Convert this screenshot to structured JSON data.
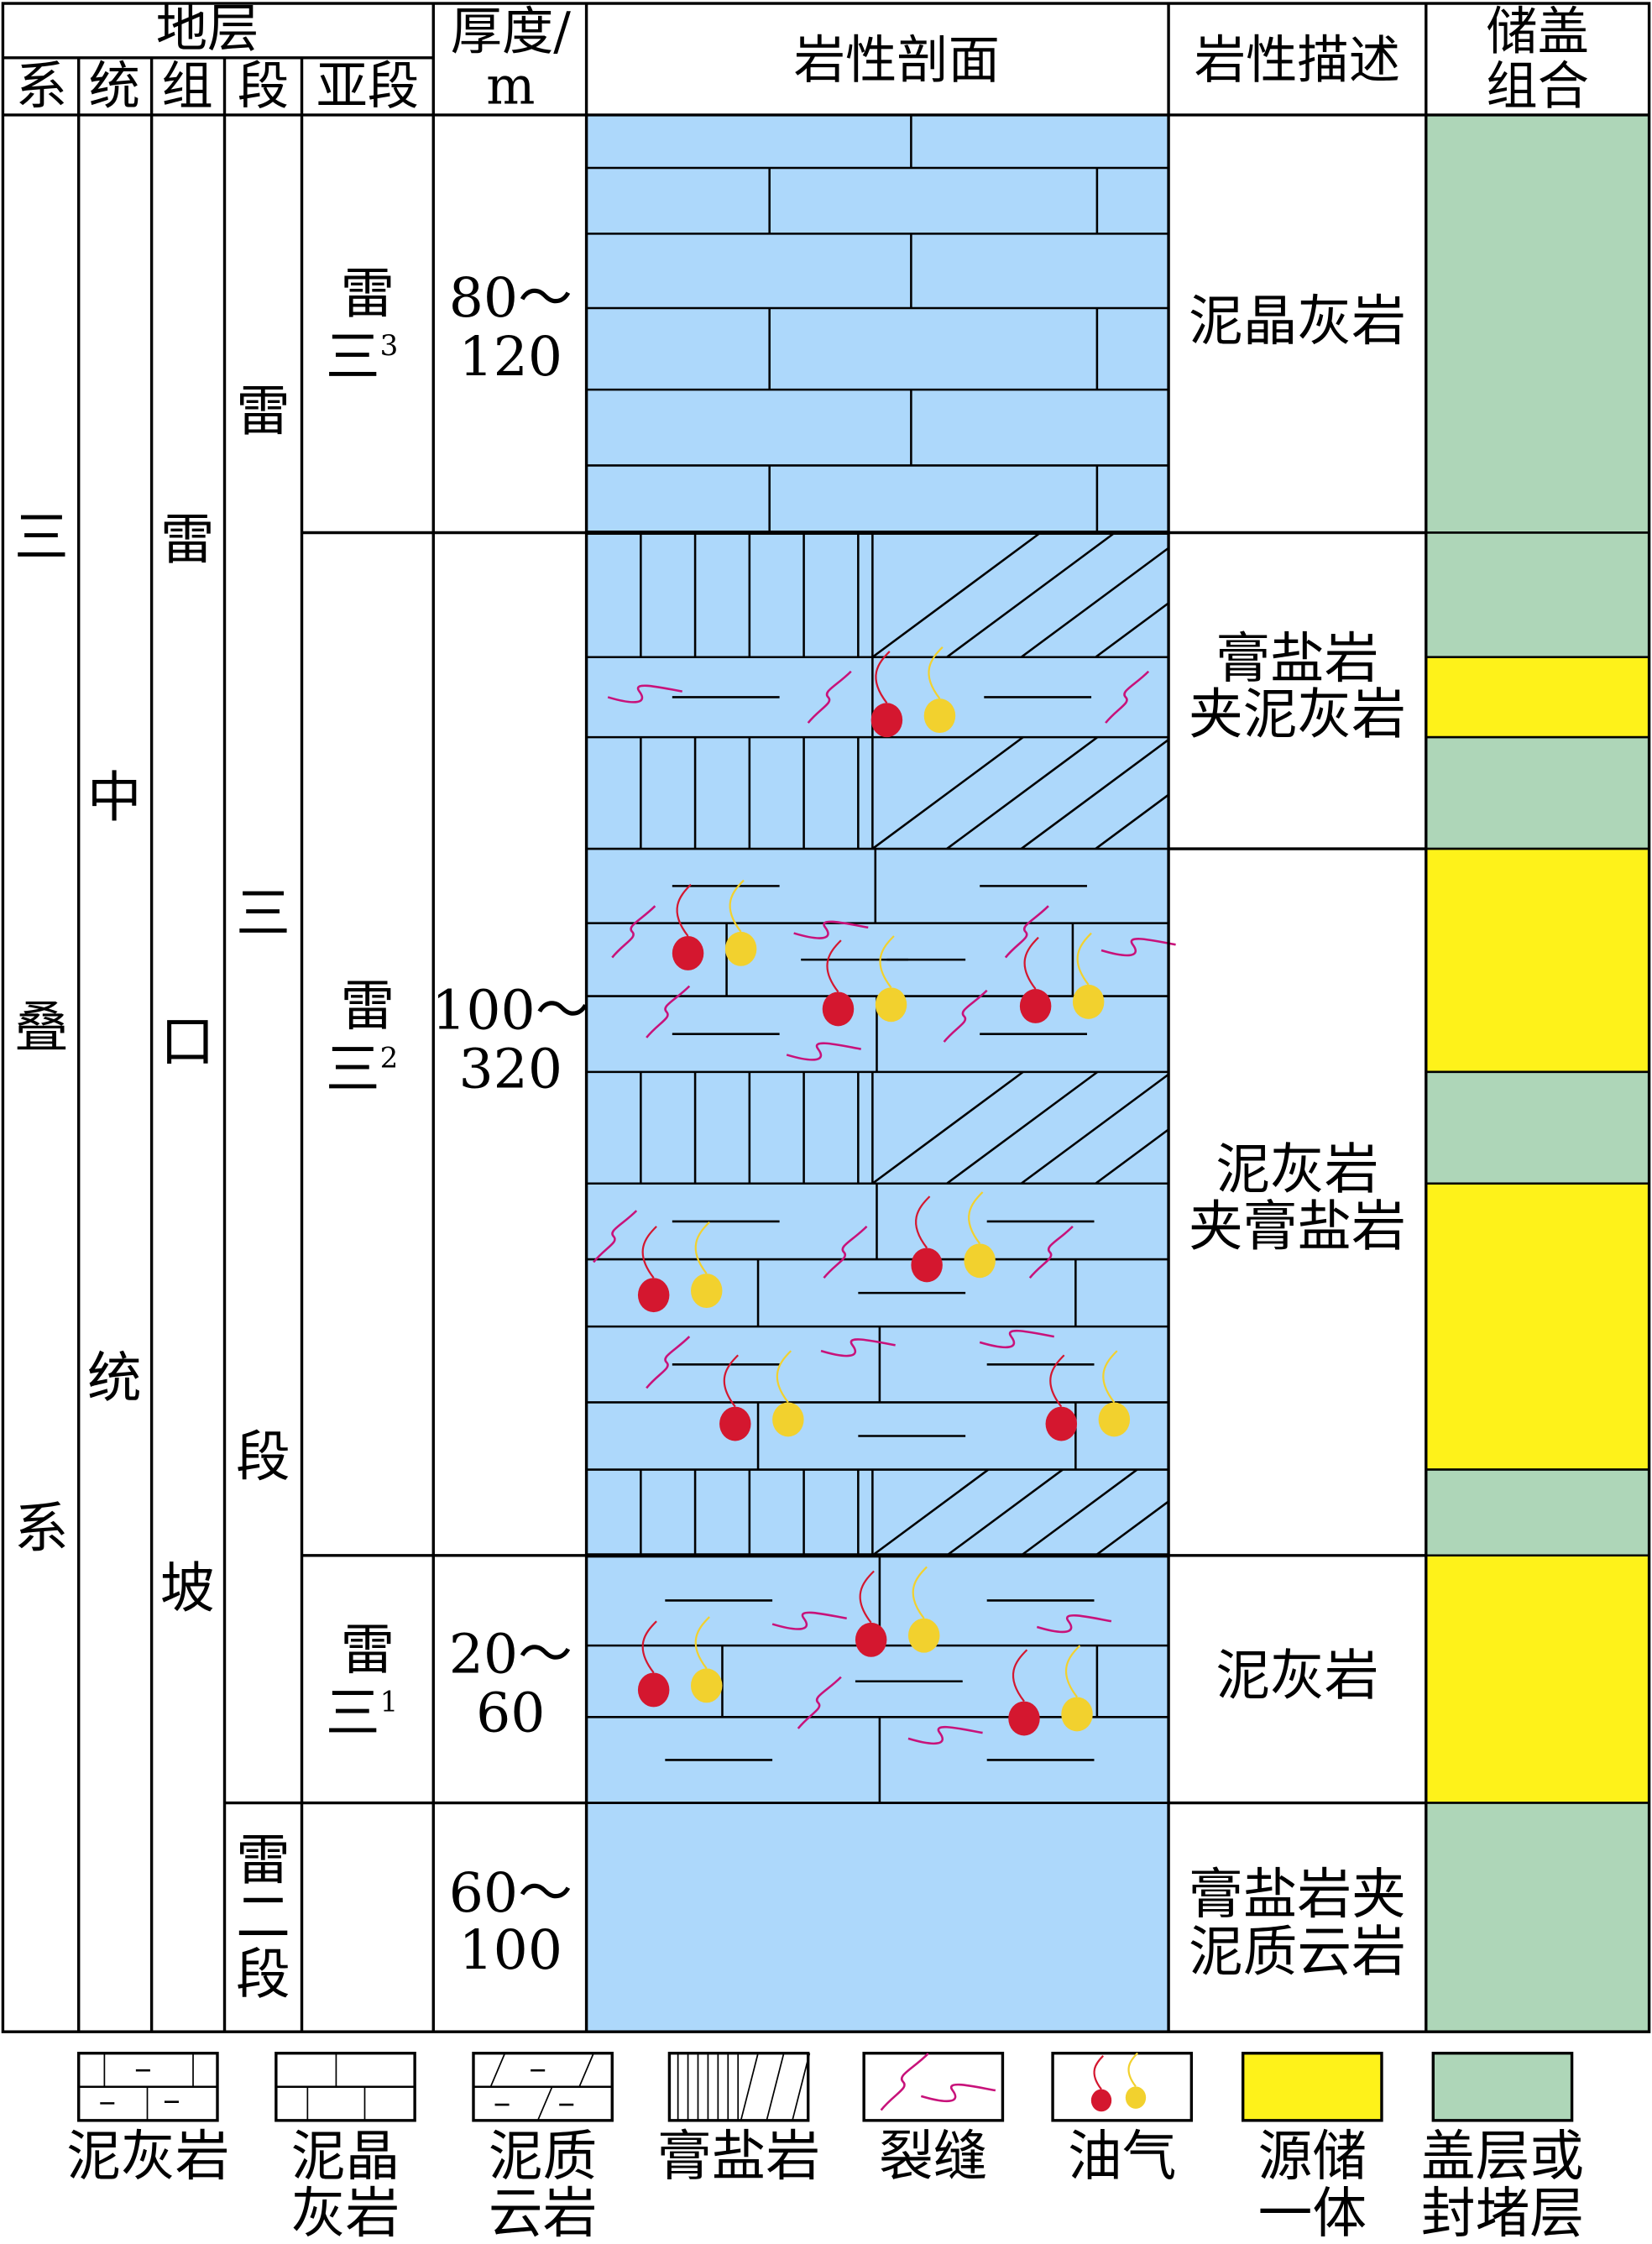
{
  "header": {
    "strata": "地层",
    "system": "系",
    "series": "统",
    "formation": "组",
    "member": "段",
    "submember": "亚段",
    "thickness": [
      "厚度/",
      "m"
    ],
    "profile": "岩性剖面",
    "description": "岩性描述",
    "combo": [
      "储盖",
      "组合"
    ]
  },
  "system_chars": [
    "三",
    "叠",
    "系"
  ],
  "series_chars": [
    "中",
    "统"
  ],
  "formation_chars": [
    "雷",
    "口",
    "坡"
  ],
  "member_lei3_chars": [
    "雷",
    "三",
    "段"
  ],
  "member_lei2_chars": [
    "雷",
    "二",
    "段"
  ],
  "submembers": [
    {
      "main": [
        "雷",
        "三"
      ],
      "sup": "3"
    },
    {
      "main": [
        "雷",
        "三"
      ],
      "sup": "2"
    },
    {
      "main": [
        "雷",
        "三"
      ],
      "sup": "1"
    }
  ],
  "thickness": [
    [
      "80～",
      "120"
    ],
    [
      "100～",
      "320"
    ],
    [
      "20～",
      "60"
    ],
    [
      "60～",
      "100"
    ]
  ],
  "descriptions": [
    [
      "泥晶灰岩"
    ],
    [
      "膏盐岩",
      "夹泥灰岩"
    ],
    [
      "泥灰岩",
      "夹膏盐岩"
    ],
    [
      "泥灰岩"
    ],
    [
      "膏盐岩夹",
      "泥质云岩"
    ]
  ],
  "combo_intervals": [
    "cap",
    "cap",
    "source-reservoir",
    "cap",
    "source-reservoir",
    "cap",
    "source-reservoir",
    "cap",
    "source-reservoir",
    "cap"
  ],
  "legend": [
    {
      "label": [
        "泥灰岩"
      ],
      "icon": "marl"
    },
    {
      "label": [
        "泥晶",
        "灰岩"
      ],
      "icon": "micritic-limestone"
    },
    {
      "label": [
        "泥质",
        "云岩"
      ],
      "icon": "argillaceous-dolomite"
    },
    {
      "label": [
        "膏盐岩"
      ],
      "icon": "gypsum-salt"
    },
    {
      "label": [
        "裂缝"
      ],
      "icon": "fracture"
    },
    {
      "label": [
        "油气"
      ],
      "icon": "oil-gas"
    },
    {
      "label": [
        "源储",
        "一体"
      ],
      "icon": "source-reservoir"
    },
    {
      "label": [
        "盖层或",
        "封堵层"
      ],
      "icon": "cap-seal"
    }
  ],
  "colors": {
    "rock": "#add8fb",
    "source_reservoir": "#fef21a",
    "cap": "#aed6b8",
    "oil": "#d4172f",
    "gas": "#f2d12e",
    "fracture": "#c8127a"
  }
}
